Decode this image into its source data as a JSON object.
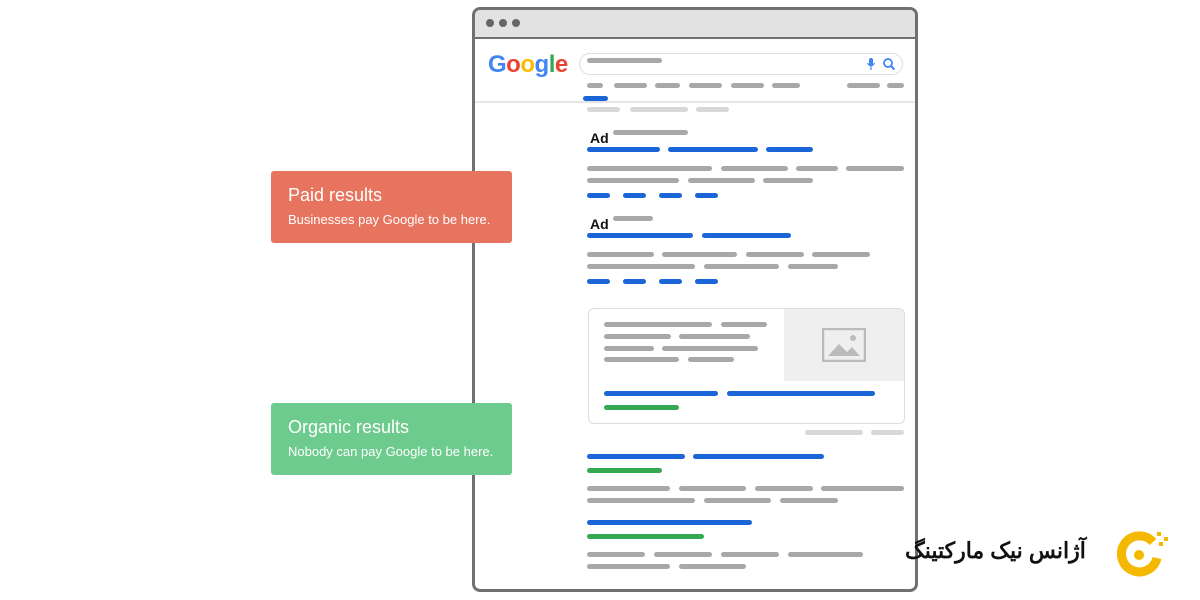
{
  "browser": {
    "logo": "Google"
  },
  "results": {
    "ad_label_1": "Ad",
    "ad_label_2": "Ad"
  },
  "callouts": {
    "paid": {
      "title": "Paid results",
      "subtitle": "Businesses pay Google to be here.",
      "color": "#E7745F"
    },
    "organic": {
      "title": "Organic results",
      "subtitle": "Nobody can pay Google to be here.",
      "color": "#6DCB8D"
    }
  },
  "brand": {
    "name": "آژانس نیک مارکتینگ",
    "color": "#F5B800"
  },
  "colors": {
    "blue": "#1A66D9",
    "gray": "#A8A8A8",
    "green": "#34A853"
  }
}
